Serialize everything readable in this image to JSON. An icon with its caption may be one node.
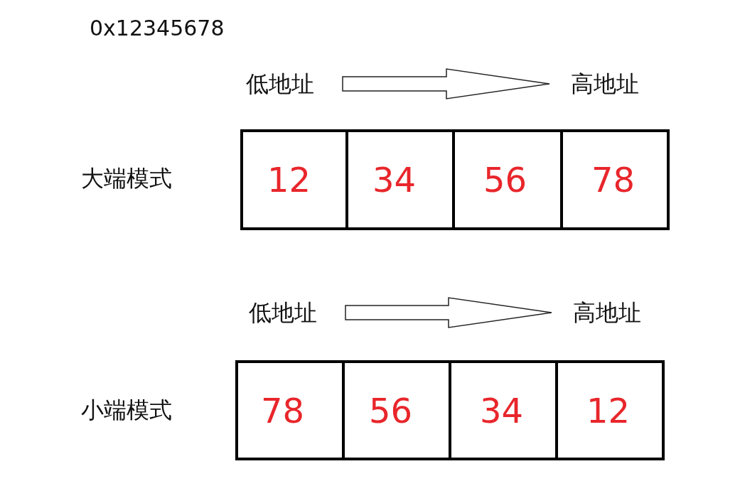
{
  "diagram": {
    "nodes": [
      {
        "text": [
          "低地址"
        ]
      },
      {
        "text": [
          "高地址"
        ]
      },
      {
        "text": [
          "12"
        ]
      },
      {
        "text": [
          "34"
        ]
      },
      {
        "text": [
          "56"
        ]
      },
      {
        "text": [
          "78"
        ]
      },
      {
        "text": [
          "低地址"
        ]
      },
      {
        "text": [
          "高地址"
        ]
      },
      {
        "text": [
          "78"
        ]
      },
      {
        "text": [
          "56"
        ]
      },
      {
        "text": [
          "34"
        ]
      },
      {
        "text": [
          "12"
        ]
      }
    ],
    "edges": [
      {
        "from": 0,
        "to": 1,
        "arrow": "to"
      },
      {
        "from": 6,
        "to": 7,
        "arrow": "to"
      }
    ],
    "labels": [
      "0x12345678",
      "大端模式",
      "小端模式"
    ]
  }
}
